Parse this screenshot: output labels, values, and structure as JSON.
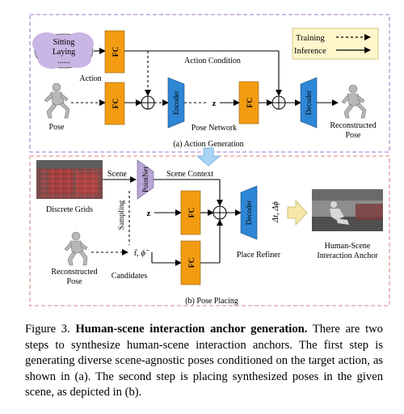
{
  "figure": {
    "legend": {
      "training": "Training",
      "inference": "Inference"
    },
    "action_cloud": {
      "line1": "Sitting",
      "line2": "Laying",
      "line3": "......"
    },
    "labels": {
      "action": "Action",
      "pose": "Pose",
      "action_condition": "Action Condition",
      "z_top": "z",
      "pose_network": "Pose Network",
      "reconstructed_pose_top_1": "Reconstructed",
      "reconstructed_pose_top_2": "Pose",
      "section_a": "(a) Action Generation",
      "scene": "Scene",
      "scene_context": "Scene Context",
      "discrete_grids": "Discrete Grids",
      "sampling": "Sampling",
      "z_bottom": "z",
      "candidates": "Candidates",
      "candidates_symbols": "t̃, ϕ̃",
      "reconstructed_pose_bottom_1": "Reconstructed",
      "reconstructed_pose_bottom_2": "Pose",
      "place_refiner": "Place Refiner",
      "delta_t": "Δt, Δϕ",
      "hsi_anchor_1": "Human-Scene",
      "hsi_anchor_2": "Interaction Anchor",
      "section_b": "(b) Pose Placing"
    },
    "modules": {
      "fc": "FC",
      "encoder": "Encoder",
      "decoder": "Decoder",
      "pointnet": "PointNet"
    },
    "colors": {
      "fc_fill": "#F39C12",
      "encoder_fill": "#2E86D6",
      "pointnet_fill": "#B9A6D6",
      "legend_fill": "#FFF6CC",
      "cloud_fill": "#C9B6E4",
      "border_a": "#B490D8",
      "border_b": "#E49A9A",
      "transition_arrow": "#A9D4F5",
      "output_arrow": "#F6E7A8"
    }
  },
  "caption": {
    "figure_label": "Figure 3.",
    "title": "Human-scene interaction anchor generation.",
    "body": "There are two steps to synthesize human-scene interaction anchors. The first step is generating diverse scene-agnostic poses conditioned on the target action, as shown in (a). The second step is placing synthesized poses in the given scene, as depicted in (b)."
  }
}
